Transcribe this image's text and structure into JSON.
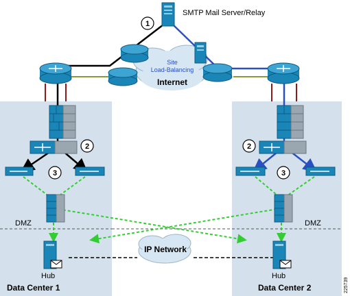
{
  "labels": {
    "smtp_server": "SMTP Mail Server/Relay",
    "site_lb_line1": "Site",
    "site_lb_line2": "Load-Balancing",
    "internet": "Internet",
    "ip_network": "IP Network",
    "dmz_left": "DMZ",
    "dmz_right": "DMZ",
    "hub_left": "Hub",
    "hub_right": "Hub",
    "dc1": "Data Center 1",
    "dc2": "Data Center 2",
    "figure_id": "225739"
  },
  "step_markers": {
    "step1": "1",
    "step2_left": "2",
    "step2_right": "2",
    "step3_left": "3",
    "step3_right": "3"
  },
  "colors": {
    "dc_panel": "#d4e1ec",
    "device_blue": "#1a86b8",
    "device_gray": "#9aa7b0",
    "path_black": "#000000",
    "path_blue": "#2a4fc0",
    "path_green": "#33cc33",
    "link_red": "#8b1a1a",
    "link_olive": "#8a9a3a",
    "cloud": "#d6e6f2"
  }
}
